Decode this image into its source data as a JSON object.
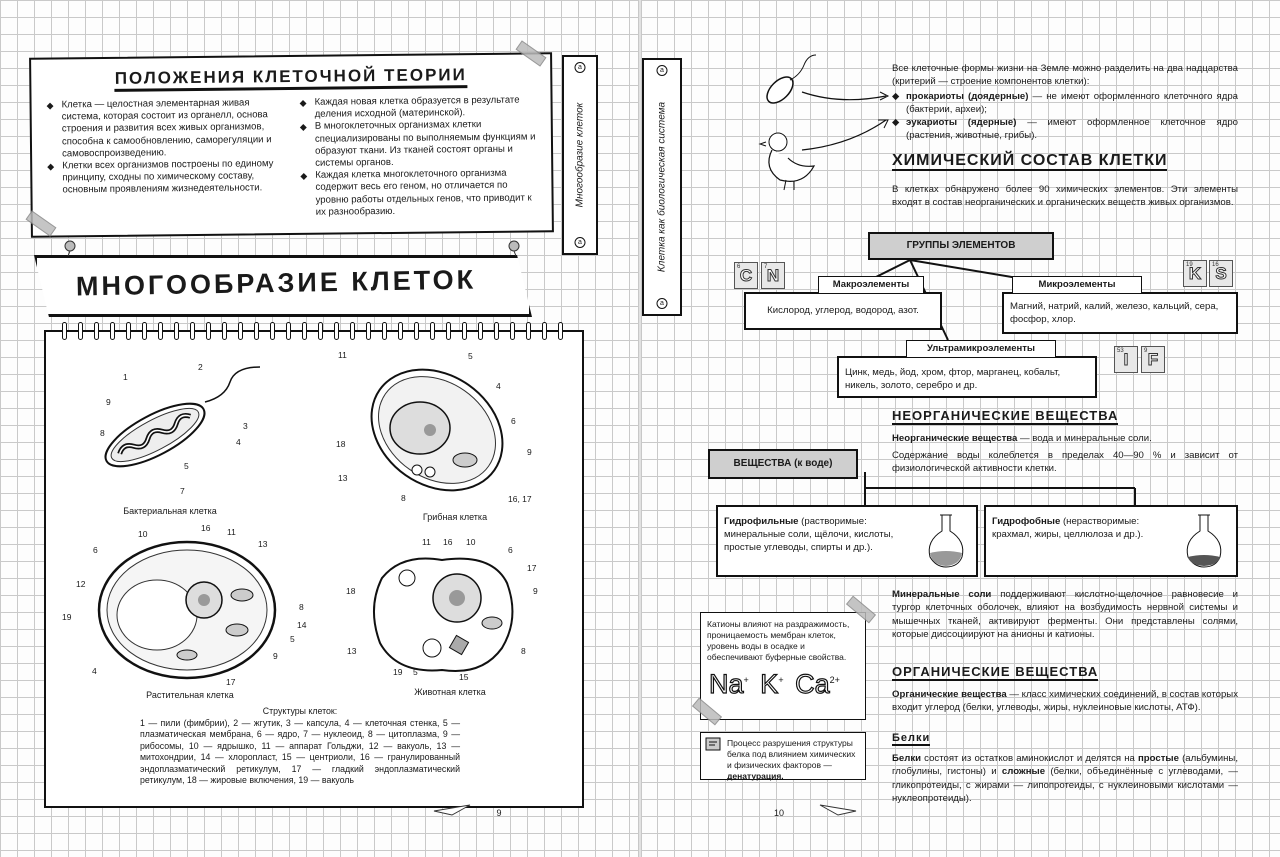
{
  "left": {
    "theory": {
      "title": "ПОЛОЖЕНИЯ КЛЕТОЧНОЙ ТЕОРИИ",
      "col1": [
        "Клетка — целостная элементарная живая система, которая состоит из органелл, основа строения и развития всех живых организмов, способна к самообновлению, саморегуляции и самовоспроизведению.",
        "Клетки всех организмов построены по единому принципу, сходны по химическому составу, основным проявлениям жизнедеятельности."
      ],
      "col2": [
        "Каждая новая клетка образуется в результате деления исходной (материнской).",
        "В многоклеточных организмах клетки специализированы по выполняемым функциям и образуют ткани. Из тканей состоят органы и системы органов.",
        "Каждая клетка многоклеточного организма содержит весь его геном, но отличается по уровню работы отдельных генов, что приводит к их разнообразию."
      ]
    },
    "side_box_1": "Многообразие клеток",
    "side_box_2": "Клетка как биологическая система",
    "banner_title": "МНОГООБРАЗИЕ КЛЕТОК",
    "captions": {
      "bacterial": "Бактериальная клетка",
      "fungal": "Грибная клетка",
      "plant": "Растительная клетка",
      "animal": "Животная клетка"
    },
    "legend_title": "Структуры клеток:",
    "legend_text": "1 — пили (фимбрии), 2 — жгутик, 3 — капсула, 4 — клеточная стенка, 5 — плазматическая мембрана, 6 — ядро, 7 — нуклеоид, 8 — цитоплазма, 9 — рибосомы, 10 — ядрышко, 11 — аппарат Гольджи, 12 — вакуоль, 13 — митохондрии, 14 — хлоропласт, 15 — центриоли, 16 — гранулированный эндоплазматический ретикулум, 17 — гладкий эндоплазматический ретикулум, 18 — жировые включения, 19 — вакуоль",
    "page_number": "9"
  },
  "right": {
    "intro": "Все клеточные формы жизни на Земле можно разделить на два надцарства (критерий — строение компонентов клетки):",
    "prokaryotes_term": "прокариоты (доядерные)",
    "prokaryotes_text": " — не имеют оформленного клеточного ядра (бактерии, археи);",
    "eukaryotes_term": "эукариоты (ядерные)",
    "eukaryotes_text": " — имеют оформленное клеточное ядро (растения, животные, грибы).",
    "chem_title": "ХИМИЧЕСКИЙ СОСТАВ КЛЕТКИ",
    "chem_text": "В клетках обнаружено более 90 химических элементов. Эти элементы входят в состав неорганических и органических веществ живых организмов.",
    "groups_box": "ГРУППЫ ЭЛЕМЕНТОВ",
    "macro_label": "Макроэлементы",
    "macro_text": "Кислород, углерод, водород, азот.",
    "micro_label": "Микроэлементы",
    "micro_text": "Магний, натрий, калий, железо, кальций, сера, фосфор, хлор.",
    "ultra_label": "Ультрамикроэлементы",
    "ultra_text": "Цинк, медь, йод, хром, фтор, марганец, кобальт, никель, золото, серебро и др.",
    "tiles": [
      {
        "sym": "C",
        "n": "6"
      },
      {
        "sym": "N",
        "n": "7"
      },
      {
        "sym": "K",
        "n": "19"
      },
      {
        "sym": "S",
        "n": "16"
      },
      {
        "sym": "I",
        "n": "53"
      },
      {
        "sym": "F",
        "n": "9"
      }
    ],
    "inorg_title": "НЕОРГАНИЧЕСКИЕ ВЕЩЕСТВА",
    "inorg_term": "Неорганические вещества",
    "inorg_text": " — вода и минеральные соли.",
    "water_text": "Содержание воды колеблется в пределах 40—90 % и зависит от физиологической активности клетки.",
    "substances_box": "ВЕЩЕСТВА (к воде)",
    "hydrophilic_term": "Гидрофильные",
    "hydrophilic_text": " (растворимые: минеральные соли, щёлочи, кислоты, простые углеводы, спирты и др.).",
    "hydrophobic_term": "Гидрофобные",
    "hydrophobic_text": " (нерастворимые: крахмал, жиры, целлюлоза и др.).",
    "mineral_term": "Минеральные соли",
    "mineral_text": " поддерживают кислотно-щелочное равновесие и тургор клеточных оболочек, влияют на возбудимость нервной системы и мышечных тканей, активируют ферменты. Они представлены солями, которые диссоциируют на анионы и катионы.",
    "cations_note": "Катионы влияют на раздражимость, проницаемость мембран клеток, уровень воды в осадке и обеспечивают буферные свойства.",
    "ions": {
      "na": "Na",
      "k": "K",
      "ca": "Ca",
      "plus": "+",
      "plus2": "2+"
    },
    "denat_note": "Процесс разрушения структуры белка под влиянием химических и физических факторов — ",
    "denat_term": "денатурация.",
    "org_title": "ОРГАНИЧЕСКИЕ ВЕЩЕСТВА",
    "org_term": "Органические вещества",
    "org_text": " — класс химических соединений, в состав которых входит углерод (белки, углеводы, жиры, нуклеиновые кислоты, АТФ).",
    "proteins_title": "Белки",
    "proteins_term": "Белки",
    "proteins_text1": " состоят из остатков аминокислот и делятся на ",
    "proteins_simple": "простые",
    "proteins_text2": " (альбумины, глобулины, гистоны) и ",
    "proteins_complex": "сложные",
    "proteins_text3": " (белки, объединённые с углеводами, — гликопротеиды, с жирами — липопротеиды, с нуклеиновыми кислотами — нуклеопротеиды).",
    "page_number": "10"
  }
}
